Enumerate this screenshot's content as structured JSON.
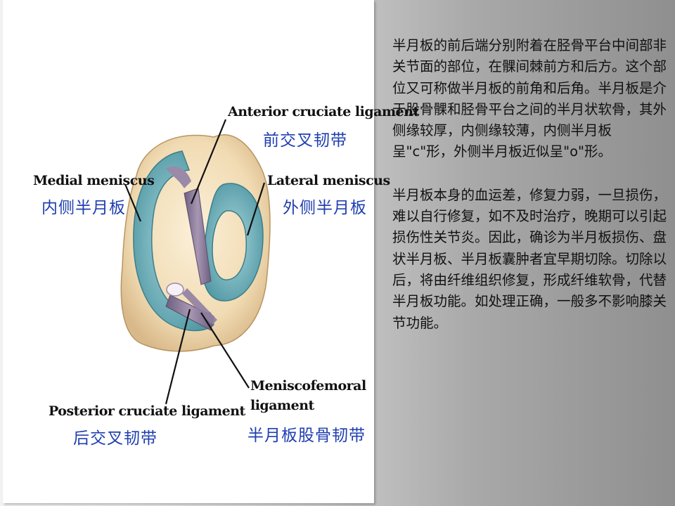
{
  "diagram": {
    "labels": {
      "anterior_cruciate_en": "Anterior cruciate ligament",
      "anterior_cruciate_zh": "前交叉韧带",
      "medial_meniscus_en": "Medial meniscus",
      "medial_meniscus_zh": "内侧半月板",
      "lateral_meniscus_en": "Lateral meniscus",
      "lateral_meniscus_zh": "外侧半月板",
      "posterior_cruciate_en": "Posterior cruciate ligament",
      "posterior_cruciate_zh": "后交叉韧带",
      "meniscofemoral_en_line1": "Meniscofemoral",
      "meniscofemoral_en_line2": "ligament",
      "meniscofemoral_zh": "半月板股骨韧带"
    },
    "colors": {
      "bone": "#f3e0bf",
      "meniscus": "#6fb3bd",
      "ligament": "#8b7a9a",
      "chinese_label": "#1f3fb0"
    }
  },
  "text": {
    "paragraphs": [
      "半月板的前后端分别附着在胫骨平台中间部非关节面的部位，在髁间棘前方和后方。这个部位又可称做半月板的前角和后角。半月板是介于股骨髁和胫骨平台之间的半月状软骨，其外侧缘较厚，内侧缘较薄，内侧半月板呈\"c\"形，外侧半月板近似呈\"o\"形。",
      "半月板本身的血运差，修复力弱，一旦损伤，难以自行修复，如不及时治疗，晚期可以引起损伤性关节炎。因此，确诊为半月板损伤、盘状半月板、半月板囊肿者宜早期切除。切除以后，将由纤维组织修复，形成纤维软骨，代替半月板功能。如处理正确，一般多不影响膝关节功能。"
    ]
  }
}
